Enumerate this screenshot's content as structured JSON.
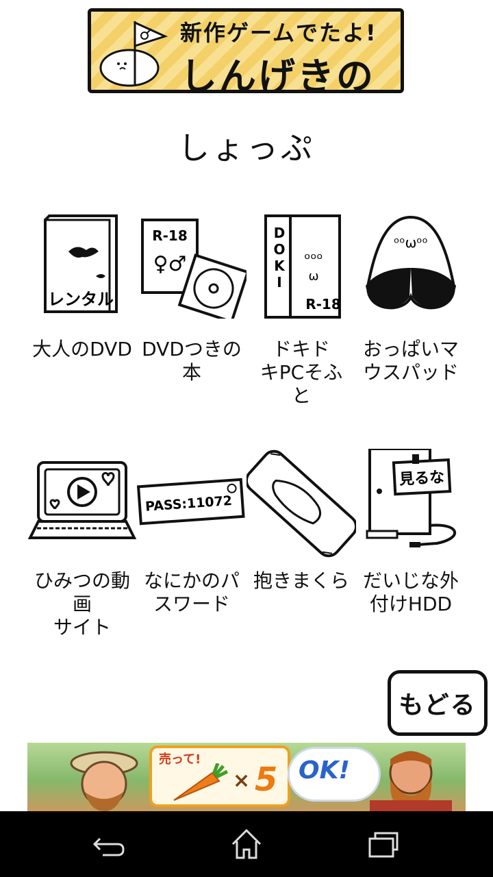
{
  "banner": {
    "line1": "新作ゲームでたよ!",
    "line2": "しんげきのホモォ"
  },
  "page_title": "しょっぷ",
  "items": [
    {
      "label": "大人のDVD",
      "art_text": "レンタル"
    },
    {
      "label": "DVDつきの\n本",
      "art_text": "R-18"
    },
    {
      "label": "ドキド\nキPCそふ\nと",
      "art_text": "R-18",
      "art_text2": "DOKI"
    },
    {
      "label": "おっぱいマ\nウスパッド"
    },
    {
      "label": "ひみつの動\n画\nサイト"
    },
    {
      "label": "なにかのパ\nスワード",
      "art_text": "PASS:11072"
    },
    {
      "label": "抱きまくら"
    },
    {
      "label": "だいじな外\n付けHDD",
      "art_text": "見るな"
    }
  ],
  "back_button": "もどる",
  "ad": {
    "sell": "売って!",
    "multiplier": "×",
    "count": "5",
    "ok": "OK!"
  },
  "nav": {
    "back_icon": "back-icon",
    "home_icon": "home-icon",
    "recents_icon": "recents-icon"
  }
}
